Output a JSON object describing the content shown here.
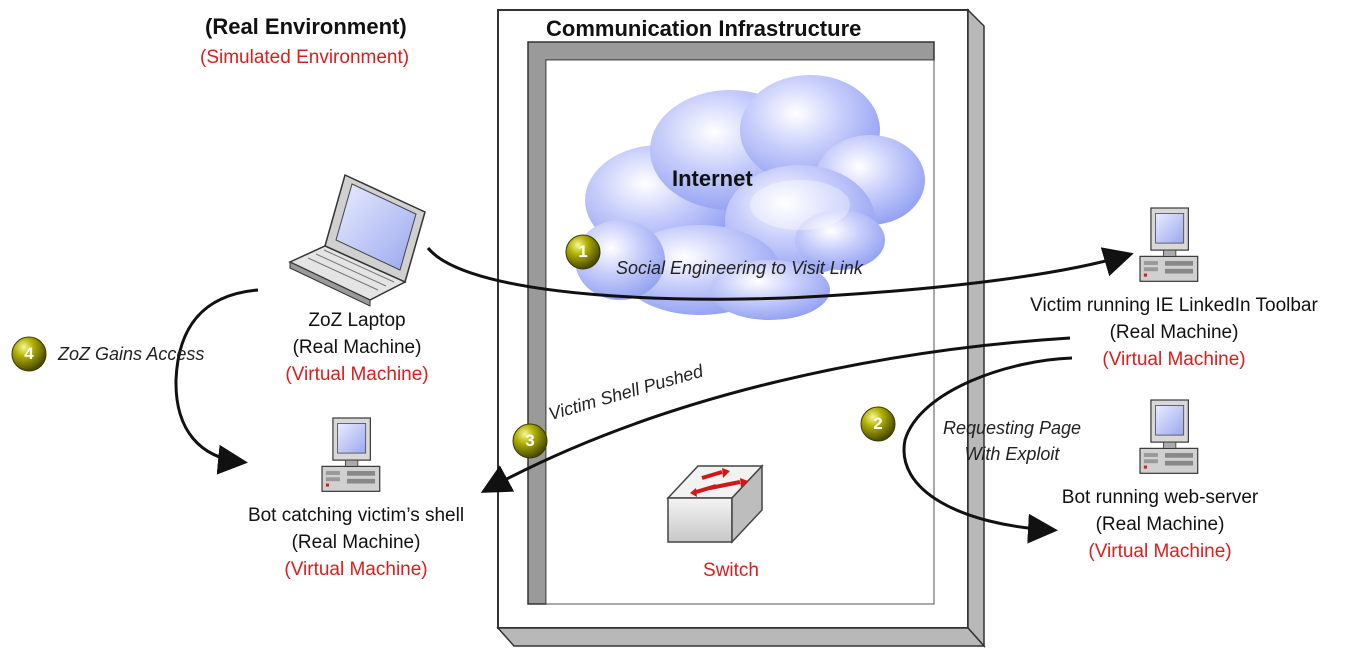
{
  "headers": {
    "real_env": "(Real Environment)",
    "sim_env": "(Simulated Environment)",
    "infra": "Communication Infrastructure",
    "internet": "Internet",
    "switch": "Switch"
  },
  "nodes": {
    "laptop": {
      "name": "ZoZ Laptop",
      "real": "(Real Machine)",
      "virtual": "(Virtual Machine)"
    },
    "bot_shell": {
      "name": "Bot catching victim’s shell",
      "real": "(Real Machine)",
      "virtual": "(Virtual Machine)"
    },
    "victim": {
      "name": "Victim running IE LinkedIn Toolbar",
      "real": "(Real Machine)",
      "virtual": "(Virtual Machine)"
    },
    "bot_web": {
      "name": "Bot running web-server",
      "real": "(Real Machine)",
      "virtual": "(Virtual Machine)"
    }
  },
  "steps": [
    {
      "num": "1",
      "label": "Social Engineering to Visit Link"
    },
    {
      "num": "2",
      "label_line1": "Requesting Page",
      "label_line2": "With Exploit"
    },
    {
      "num": "3",
      "label": "Victim Shell Pushed"
    },
    {
      "num": "4",
      "label": "ZoZ Gains Access"
    }
  ],
  "colors": {
    "accent_red": "#dd1c1c",
    "badge": "#8a8a00",
    "cloud": "#b8c0f8"
  },
  "icons": [
    "laptop-icon",
    "desktop-computer-icon",
    "network-switch-icon",
    "cloud-icon",
    "step-badge-icon"
  ]
}
